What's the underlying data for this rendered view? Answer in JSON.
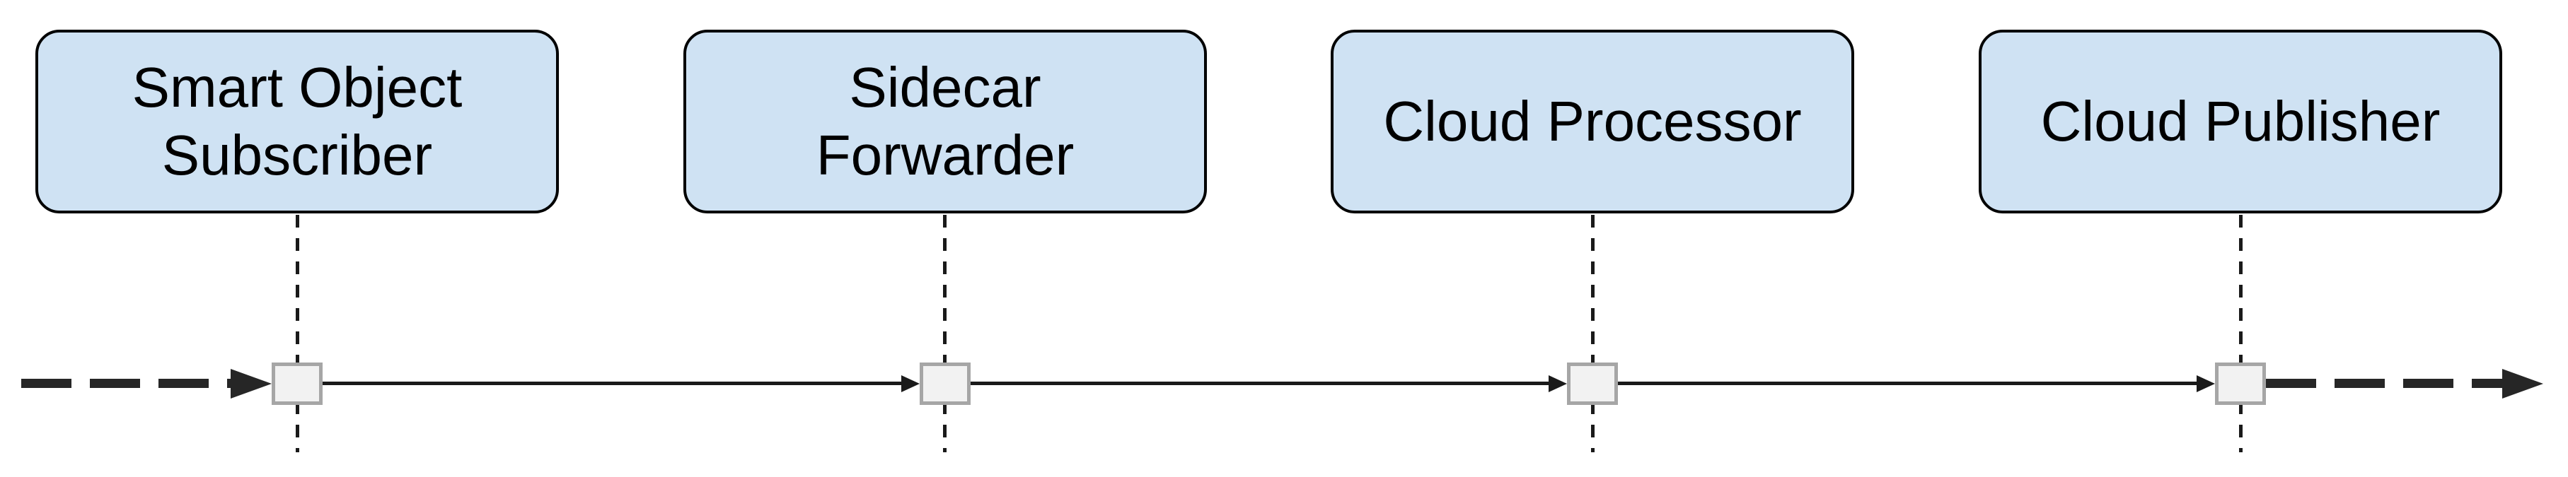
{
  "diagram": {
    "type": "sequence-flow-diagram",
    "direction": "left-to-right",
    "actors": [
      {
        "label": "Smart Object\nSubscriber"
      },
      {
        "label": "Sidecar\nForwarder"
      },
      {
        "label": "Cloud Processor"
      },
      {
        "label": "Cloud Publisher"
      }
    ],
    "timeline": {
      "entry_line_style": "thick-dashed-arrow",
      "exit_line_style": "thick-dashed-arrow",
      "connector_style": "thin-solid-arrow",
      "node_shape": "square",
      "node_count": 4
    },
    "colors": {
      "actor_fill": "#cfe2f3",
      "actor_border": "#000000",
      "label_text": "#000000",
      "timeline_line": "#1a1a1a",
      "dashed_arrow": "#262626",
      "node_fill": "#f2f2f2",
      "node_border": "#a6a6a6",
      "background": "#ffffff"
    }
  }
}
